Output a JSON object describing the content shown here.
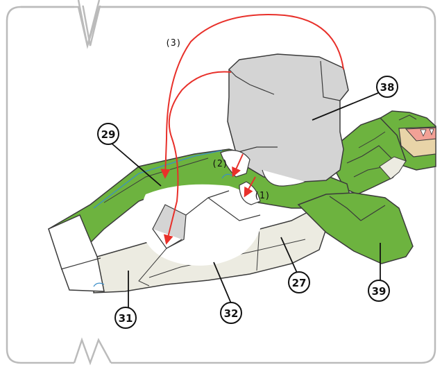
{
  "step_labels": {
    "step1": "(1)",
    "step2": "(2)",
    "step3": "(3)"
  },
  "callouts": {
    "part27": "27",
    "part29": "29",
    "part31": "31",
    "part32": "32",
    "part38": "38",
    "part39": "39"
  },
  "colors": {
    "green": "#6DB33F",
    "gray_part": "#D4D4D4",
    "beige": "#ECEBE1",
    "arrow": "#E8302A",
    "outline": "#3A3A3A",
    "frame": "#BBBBBB",
    "jaw_pink": "#F2A196",
    "jaw_tan": "#E8D4A8"
  },
  "icons": [
    "arrow-icon"
  ]
}
